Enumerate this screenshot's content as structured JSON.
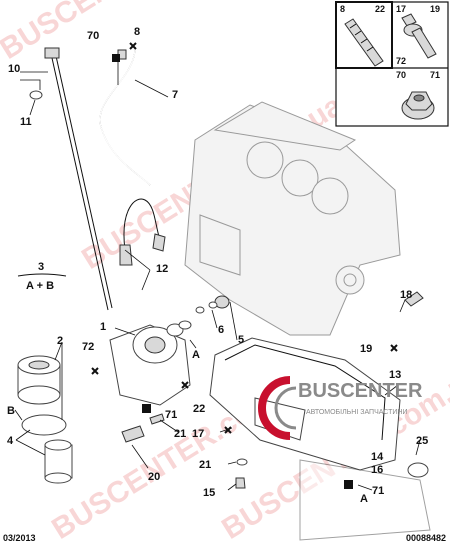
{
  "watermark": "BUSCENTER.com.ua",
  "logo": {
    "brand": "BUSCENTER",
    "tagline": "АВТОМОБІЛЬНІ ЗАПЧАСТИНИ",
    "color": "#c8102e"
  },
  "inset": {
    "top_left": [
      "8",
      "22"
    ],
    "top_right": [
      "17",
      "19",
      "72"
    ],
    "bottom": [
      "70",
      "71"
    ]
  },
  "group": {
    "number": "3",
    "formula": "A + B"
  },
  "callouts": [
    "1",
    "2",
    "4",
    "5",
    "6",
    "7",
    "8",
    "10",
    "11",
    "12",
    "13",
    "14",
    "15",
    "16",
    "17",
    "18",
    "19",
    "20",
    "21",
    "21",
    "22",
    "25",
    "70",
    "71",
    "71",
    "72"
  ],
  "letters": [
    "A",
    "A",
    "B"
  ],
  "footer": {
    "date": "03/2013",
    "ref": "00088482"
  }
}
